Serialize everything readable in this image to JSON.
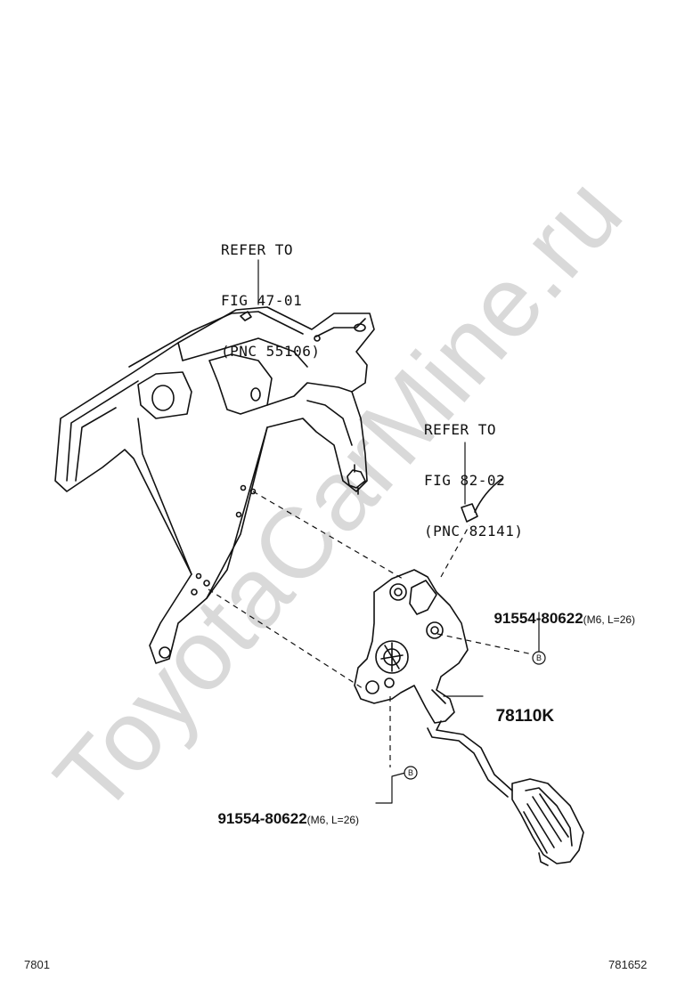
{
  "watermark": "ToyotaCarMine.ru",
  "callouts": {
    "bracket_ref": [
      "REFER TO",
      "FIG 47-01",
      "(PNC 55106)"
    ],
    "sensor_ref": [
      "REFER TO",
      "FIG 82-02",
      "(PNC 82141)"
    ]
  },
  "parts": {
    "bolt_upper": {
      "number": "91554-80622",
      "spec": "(M6, L=26)",
      "marker": "B"
    },
    "pedal": {
      "number": "78110K"
    },
    "bolt_lower": {
      "number": "91554-80622",
      "spec": "(M6, L=26)",
      "marker": "B"
    }
  },
  "footer": {
    "left_code": "7801",
    "right_code": "781652"
  }
}
